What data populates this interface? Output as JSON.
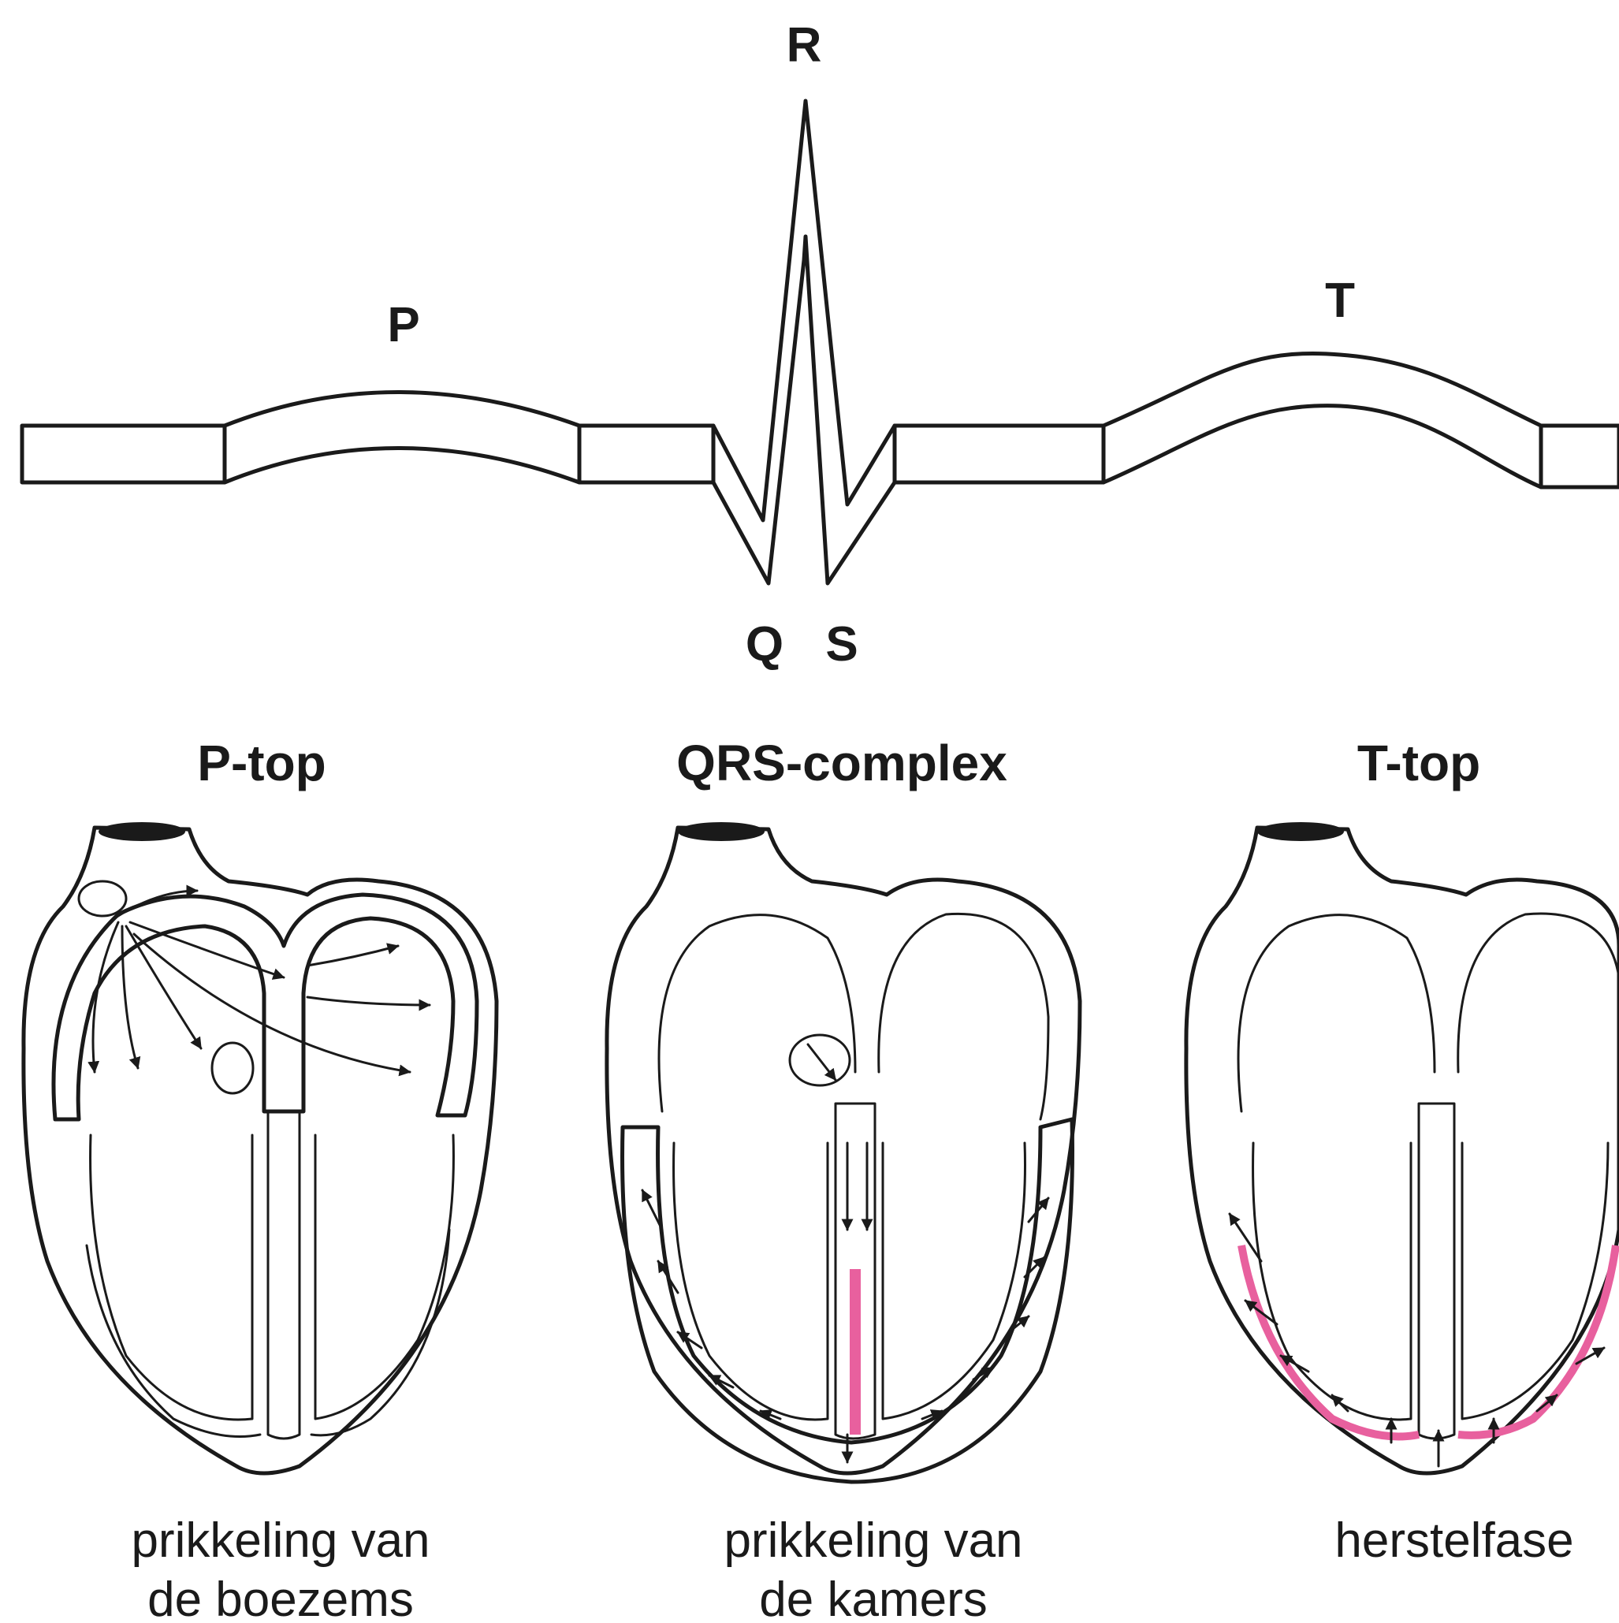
{
  "ecg": {
    "labels": {
      "p": "P",
      "q": "Q",
      "r": "R",
      "s": "S",
      "t": "T"
    }
  },
  "panels": [
    {
      "title": "P-top",
      "caption_line1": "prikkeling van",
      "caption_line2": "de boezems"
    },
    {
      "title": "QRS-complex",
      "caption_line1": "prikkeling van",
      "caption_line2": "de kamers"
    },
    {
      "title": "T-top",
      "caption_line1": "herstelfase",
      "caption_line2": ""
    }
  ],
  "colors": {
    "active_pink": "#e8609e",
    "light_pink": "#f7c0d8",
    "heart_fill": "#f9d3e3",
    "outline": "#1a1a1a",
    "background": "#ffffff"
  }
}
